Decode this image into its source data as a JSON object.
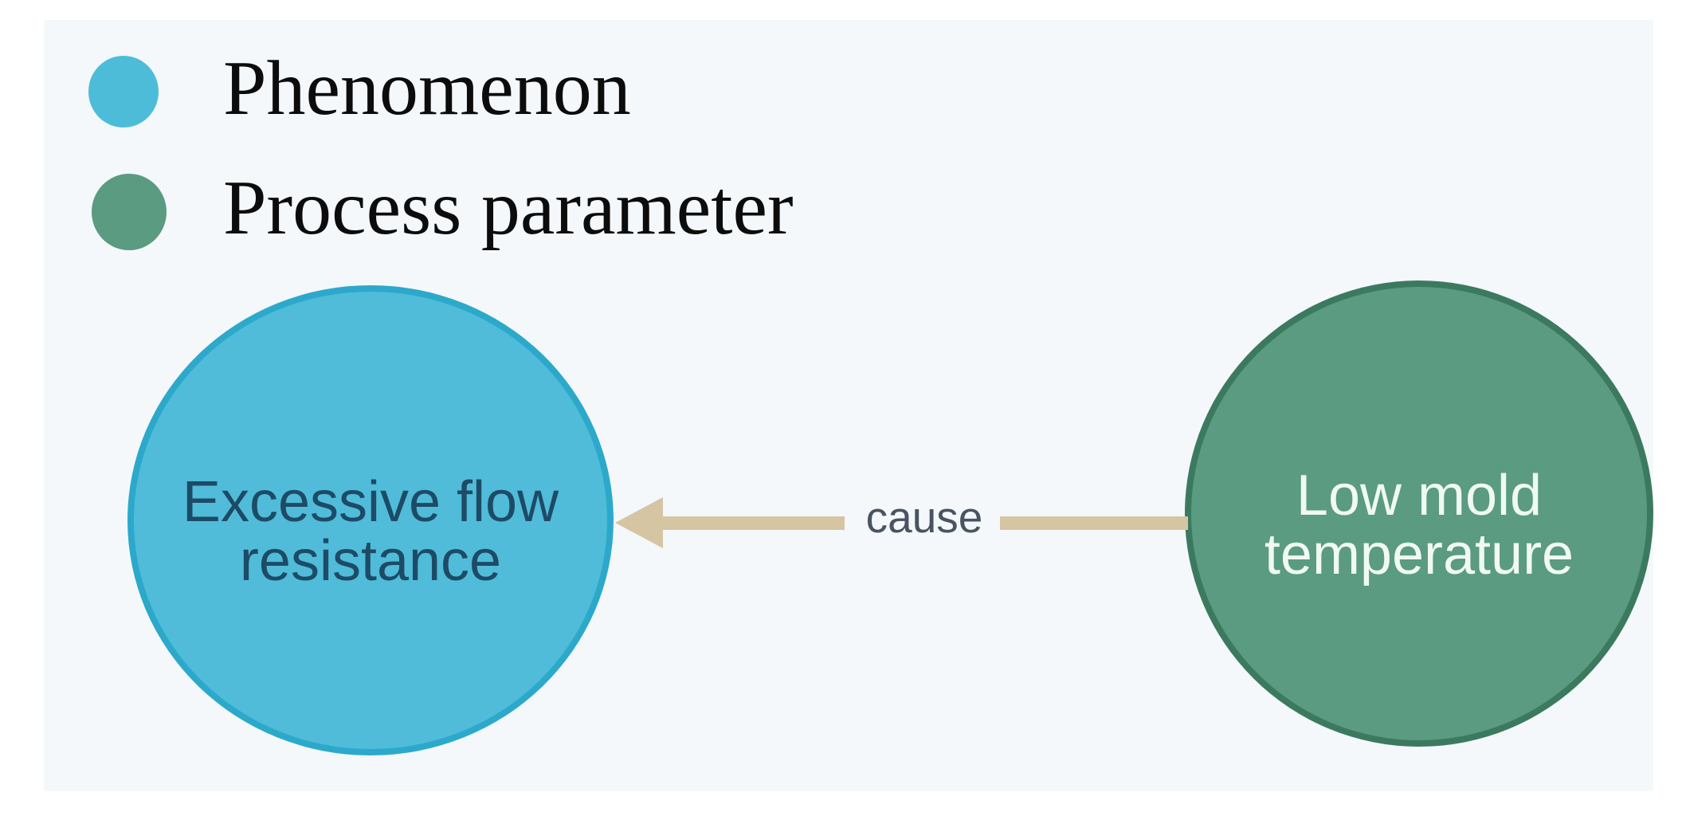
{
  "canvas": {
    "background": "#f4f8fb"
  },
  "legend": {
    "items": [
      {
        "label": "Phenomenon",
        "dot_color": "#4dbcd9"
      },
      {
        "label": "Process parameter",
        "dot_color": "#5a9b81"
      }
    ]
  },
  "nodes": [
    {
      "label": "Excessive flow resistance",
      "label_lines": [
        "Excessive flow",
        "resistance"
      ],
      "legend_type": "Phenomenon",
      "fill": "#50bcd9",
      "border_color": "#2ca9ca",
      "text_color": "#1d4b66"
    },
    {
      "label": "Low mold temperature",
      "label_lines": [
        "Low mold",
        "temperature"
      ],
      "legend_type": "Process parameter",
      "fill": "#5a9b81",
      "border_color": "#3c7a60",
      "text_color": "#f0f9f4"
    }
  ],
  "edge": {
    "label": "cause",
    "from": "Low mold temperature",
    "to": "Excessive flow resistance",
    "arrow_color": "#d6c5a2",
    "label_color": "#4a5361"
  }
}
